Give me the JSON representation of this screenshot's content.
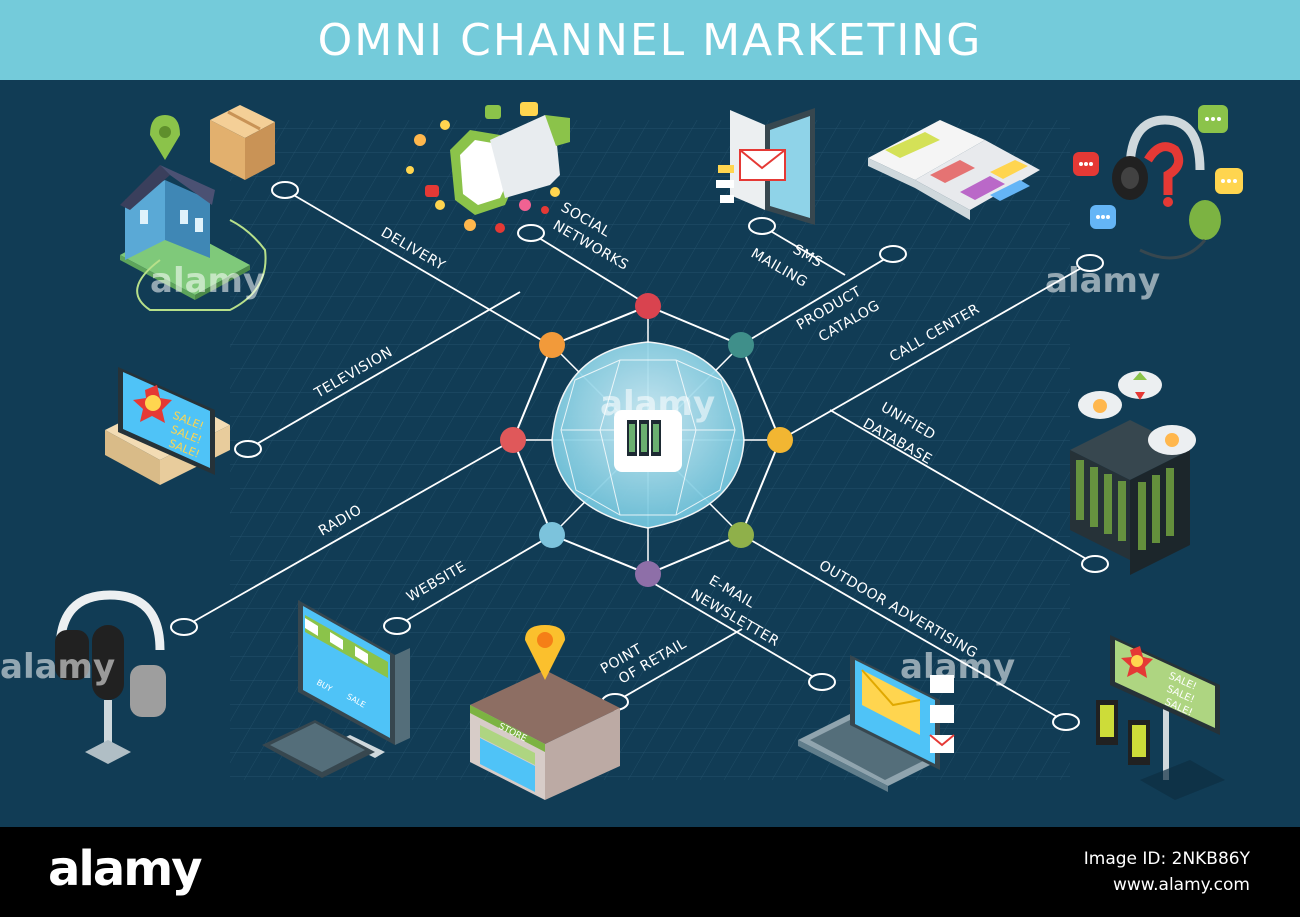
{
  "title": "OMNI CHANNEL MARKETING",
  "channels": {
    "delivery": "DELIVERY",
    "social_networks_1": "SOCIAL",
    "social_networks_2": "NETWORKS",
    "sms_mailing_1": "SMS",
    "sms_mailing_2": "MAILING",
    "product_catalog_1": "PRODUCT",
    "product_catalog_2": "CATALOG",
    "call_center": "CALL CENTER",
    "unified_database_1": "UNIFIED",
    "unified_database_2": "DATABASE",
    "television": "TELEVISION",
    "radio": "RADIO",
    "website": "WEBSITE",
    "point_of_retail_1": "POINT",
    "point_of_retail_2": "OF RETAIL",
    "email_newsletter_1": "E-MAIL",
    "email_newsletter_2": "NEWSLETTER",
    "outdoor_advertising": "OUTDOOR ADVERTISING"
  },
  "illustrations": {
    "tv_screen": [
      "SALE!",
      "SALE!",
      "SALE!"
    ],
    "billboard": [
      "SALE!",
      "SALE!",
      "SALE!"
    ],
    "store_sign": "STORE",
    "shop_buttons": [
      "BUY",
      "SALE"
    ]
  },
  "watermark": "alamy",
  "footer": {
    "brand": "alamy",
    "image_id": "Image ID: 2NKB86Y",
    "url": "www.alamy.com"
  },
  "colors": {
    "header": "#74cbda",
    "background": "#113c55",
    "node_red": "#d9434f",
    "node_orange": "#f29a3a",
    "node_teal": "#3f8f8a",
    "node_yellow": "#f2b632",
    "node_coral": "#e0585a",
    "node_blue": "#7cc3dc",
    "node_green": "#8fb04a",
    "node_purple": "#8e6fa8"
  }
}
